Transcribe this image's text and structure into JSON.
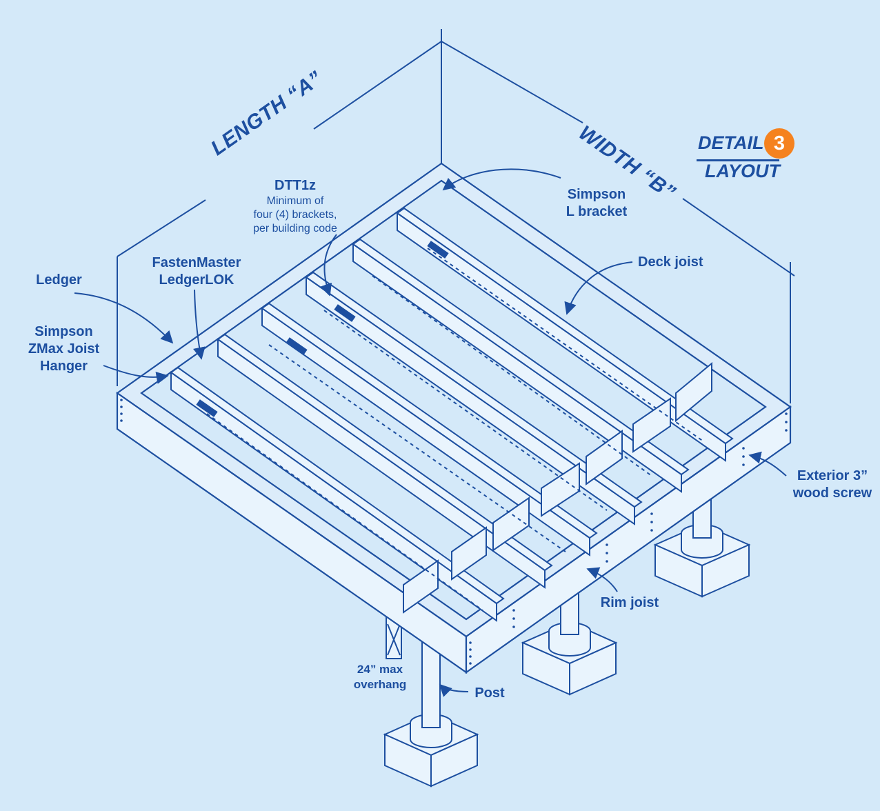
{
  "detail": {
    "title": "DETAIL",
    "number": "3",
    "subtitle": "LAYOUT"
  },
  "dimensions": {
    "length": "LENGTH “A”",
    "width": "WIDTH “B”"
  },
  "labels": {
    "dtt1z_title": "DTT1z",
    "dtt1z_line1": "Minimum of",
    "dtt1z_line2": "four (4) brackets,",
    "dtt1z_line3": "per building code",
    "simpson_l_line1": "Simpson",
    "simpson_l_line2": "L bracket",
    "ledgerlok_line1": "FastenMaster",
    "ledgerlok_line2": "LedgerLOK",
    "ledger": "Ledger",
    "zmax_line1": "Simpson",
    "zmax_line2": "ZMax Joist",
    "zmax_line3": "Hanger",
    "deck_joist": "Deck joist",
    "exterior_screw_line1": "Exterior 3”",
    "exterior_screw_line2": "wood screw",
    "rim_joist": "Rim joist",
    "overhang_line1": "24” max",
    "overhang_line2": "overhang",
    "post": "Post"
  },
  "colors": {
    "background": "#d4e9f9",
    "ink": "#1d4fa0",
    "accent": "#f5821f",
    "fill": "#e9f4fd"
  }
}
